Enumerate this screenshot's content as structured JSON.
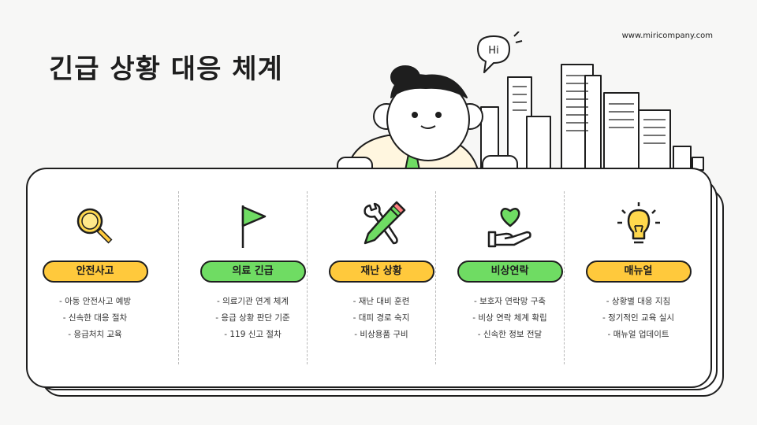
{
  "title": "긴급 상황 대응 체계",
  "website": "www.miricompany.com",
  "speech_bubble": "Hi",
  "colors": {
    "yellow": "#ffc93c",
    "green": "#6fdc63",
    "outline": "#1e1e1e"
  },
  "columns": [
    {
      "label": "안전사고",
      "color": "yellow",
      "icon": "magnifier-icon",
      "items": [
        "- 아동 안전사고 예방",
        "- 신속한 대응 절차",
        "- 응급처치 교육"
      ]
    },
    {
      "label": "의료 긴급",
      "color": "green",
      "icon": "flag-icon",
      "items": [
        "- 의료기관 연계 체계",
        "- 응급 상황 판단 기준",
        "- 119 신고 절차"
      ]
    },
    {
      "label": "재난 상황",
      "color": "yellow",
      "icon": "tools-icon",
      "items": [
        "- 재난 대비 훈련",
        "- 대피 경로 숙지",
        "- 비상용품 구비"
      ]
    },
    {
      "label": "비상연락",
      "color": "green",
      "icon": "heart-hand-icon",
      "items": [
        "- 보호자 연락망 구축",
        "- 비상 연락 체계 확립",
        "- 신속한 정보 전달"
      ]
    },
    {
      "label": "매뉴얼",
      "color": "yellow",
      "icon": "lightbulb-icon",
      "items": [
        "- 상황별 대응 지침",
        "- 정기적인 교육 실시",
        "- 매뉴얼 업데이트"
      ]
    }
  ]
}
